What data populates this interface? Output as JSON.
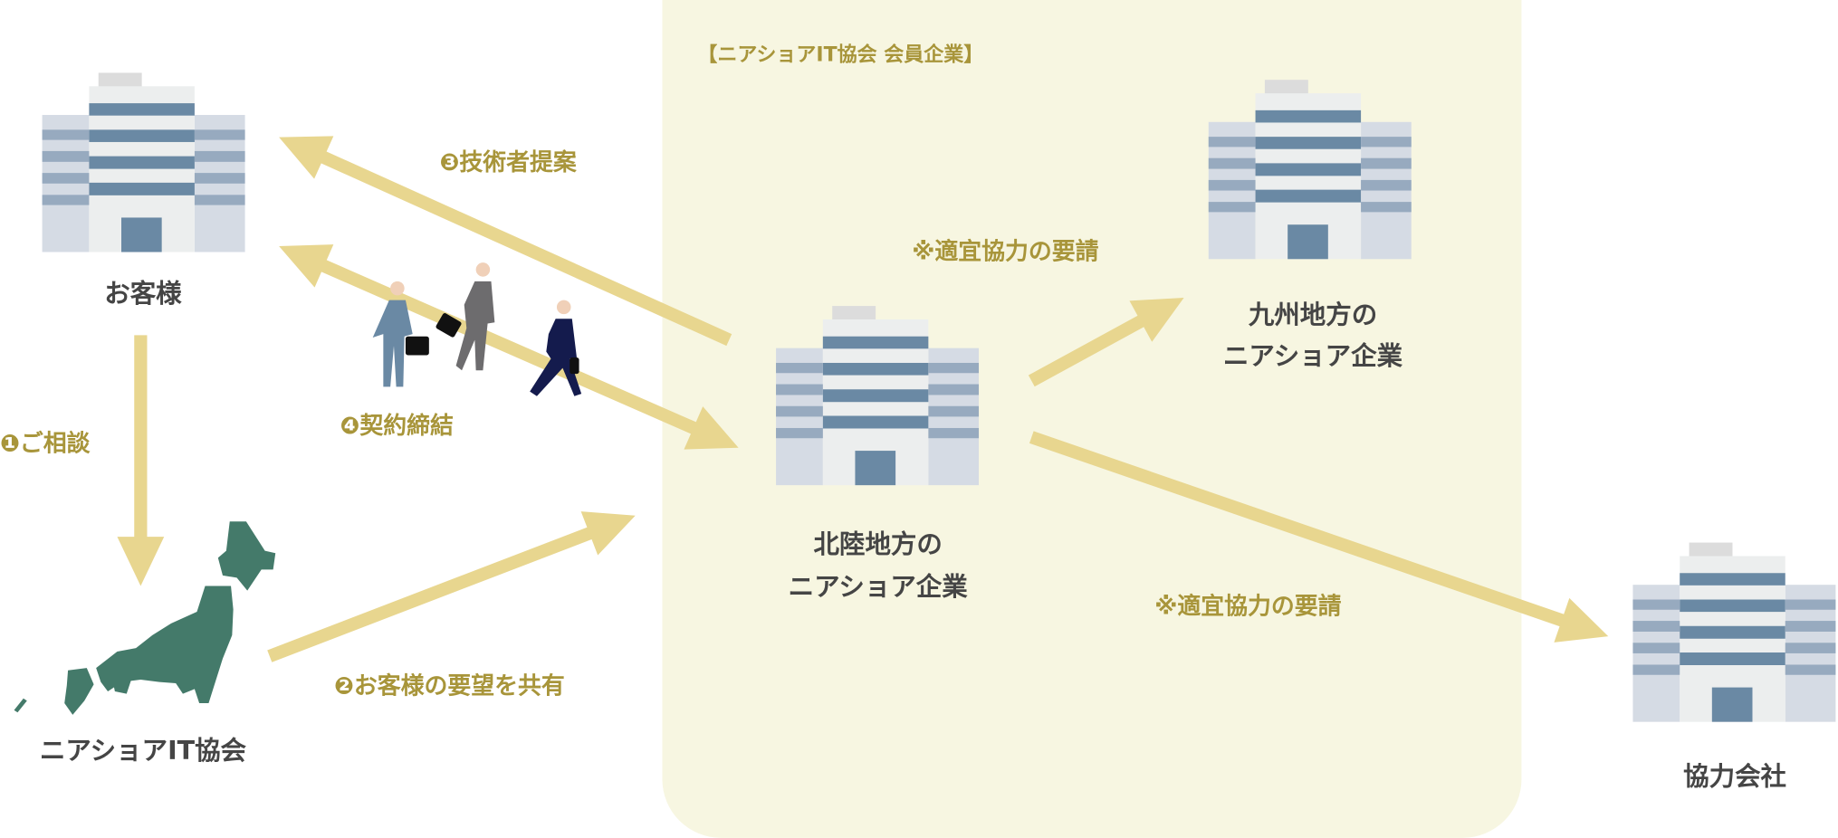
{
  "member_box": {
    "title": "【ニアショアIT協会 会員企業】"
  },
  "nodes": {
    "customer": {
      "label": "お客様"
    },
    "association": {
      "label": "ニアショアIT協会"
    },
    "hokuriku": {
      "line1": "北陸地方の",
      "line2": "ニアショア企業"
    },
    "kyushu": {
      "line1": "九州地方の",
      "line2": "ニアショア企業"
    },
    "partner": {
      "label": "協力会社"
    }
  },
  "steps": {
    "step1": "❶ご相談",
    "step2": "❷お客様の要望を共有",
    "step3": "❸技術者提案",
    "step4": "❹契約締結",
    "coop1": "※適宜協力の要請",
    "coop2": "※適宜協力の要請"
  },
  "colors": {
    "arrow": "#e8d68f",
    "box": "#f7f6e1",
    "gold_text": "#a8953a",
    "map": "#447a6a"
  }
}
